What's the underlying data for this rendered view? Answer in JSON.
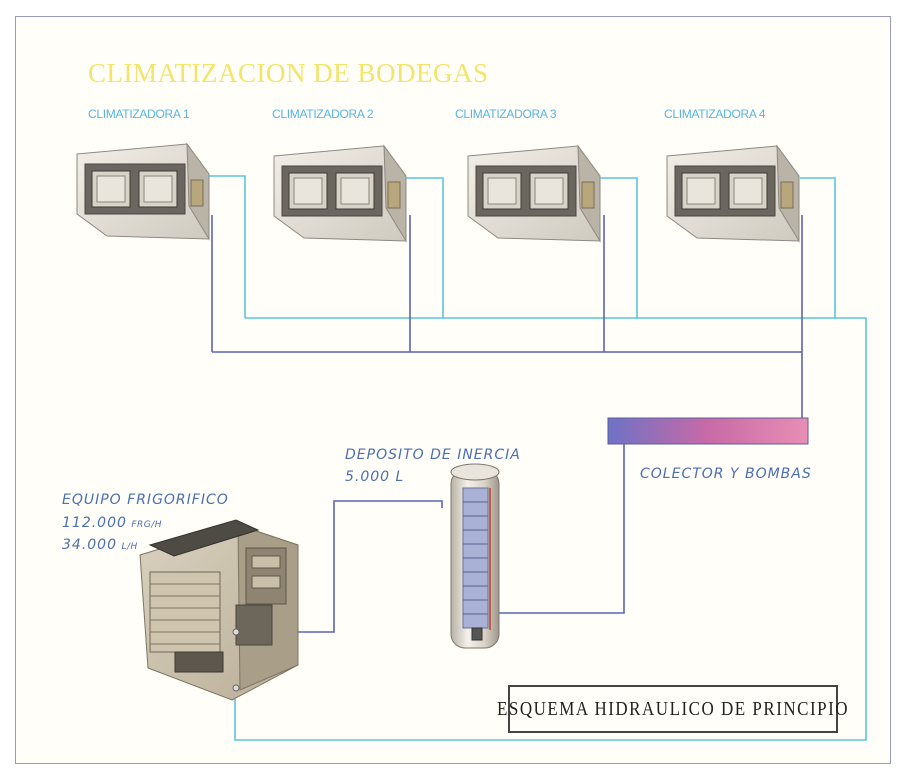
{
  "title": "CLIMATIZACION DE BODEGAS",
  "units": [
    {
      "label": "CLIMATIZADORA 1"
    },
    {
      "label": "CLIMATIZADORA 2"
    },
    {
      "label": "CLIMATIZADORA 3"
    },
    {
      "label": "CLIMATIZADORA 4"
    }
  ],
  "deposit": {
    "name": "DEPOSITO DE INERCIA",
    "volume": "5.000 L"
  },
  "collector": {
    "name": "COLECTOR Y BOMBAS"
  },
  "chiller": {
    "name": "EQUIPO FRIGORIFICO",
    "capacity_value": "112.000",
    "capacity_unit": "FRG/H",
    "flow_value": "34.000",
    "flow_unit": "L/H"
  },
  "scheme_label": "ESQUEMA HIDRAULICO DE PRINCIPIO",
  "colors": {
    "supply_pipe": "#5bc4df",
    "return_pipe": "#5a64b8",
    "title": "#f3e46a",
    "unit_label": "#5ab3e0",
    "hand_label": "#4c6fb0"
  }
}
